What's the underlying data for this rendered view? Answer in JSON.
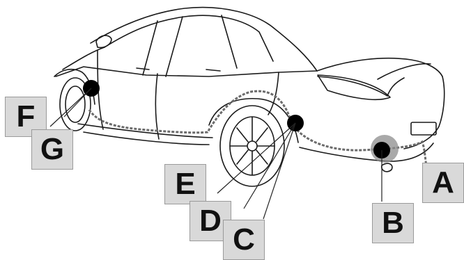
{
  "callouts": [
    {
      "id": "A",
      "text": "A"
    },
    {
      "id": "B",
      "text": "B"
    },
    {
      "id": "C",
      "text": "C"
    },
    {
      "id": "D",
      "text": "D"
    },
    {
      "id": "E",
      "text": "E"
    },
    {
      "id": "F",
      "text": "F"
    },
    {
      "id": "G",
      "text": "G"
    }
  ],
  "colors": {
    "outline": "#1a1a1a",
    "harness": "#6b6b6b",
    "marker": "#000000",
    "highlight": "#8c8c8c",
    "label_bg": "#d9d9d9"
  }
}
